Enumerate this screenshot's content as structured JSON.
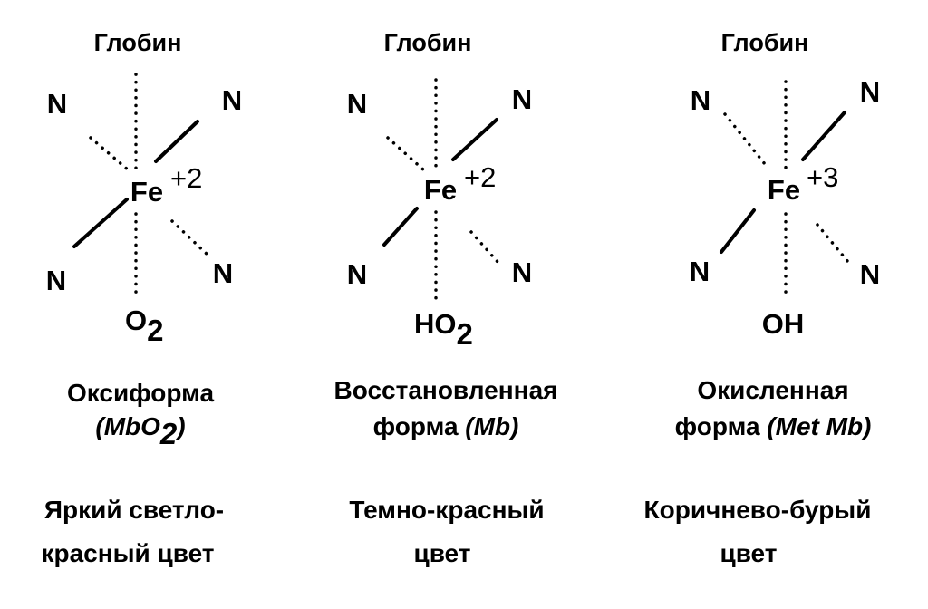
{
  "forms": [
    {
      "top": "Глобин",
      "n_top_left": "N",
      "n_top_right": "N",
      "n_bottom_left": "N",
      "n_bottom_right": "N",
      "iron": "Fe",
      "charge": "+2",
      "bottom_ligand": "O",
      "bottom_ligand_sub": "2",
      "name_line1": "Оксиформа",
      "abbr_open": "(MbO",
      "abbr_sub": "2",
      "abbr_close": ")",
      "color_line1": "Яркий светло-",
      "color_line2": "красный цвет"
    },
    {
      "top": "Глобин",
      "n_top_left": "N",
      "n_top_right": "N",
      "n_bottom_left": "N",
      "n_bottom_right": "N",
      "iron": "Fe",
      "charge": "+2",
      "bottom_ligand": "HO",
      "bottom_ligand_sub": "2",
      "name_line1": "Восстановленная",
      "name_line2": "форма ",
      "abbr": "(Mb)",
      "color_line1": "Темно-красный",
      "color_line2": "цвет"
    },
    {
      "top": "Глобин",
      "n_top_left": "N",
      "n_top_right": "N",
      "n_bottom_left": "N",
      "n_bottom_right": "N",
      "iron": "Fe",
      "charge": "+3",
      "bottom_ligand": "OH",
      "name_line1": "Окисленная",
      "name_line2": "форма ",
      "abbr": "(Met Mb)",
      "color_line1": "Коричнево-бурый",
      "color_line2": "цвет"
    }
  ]
}
